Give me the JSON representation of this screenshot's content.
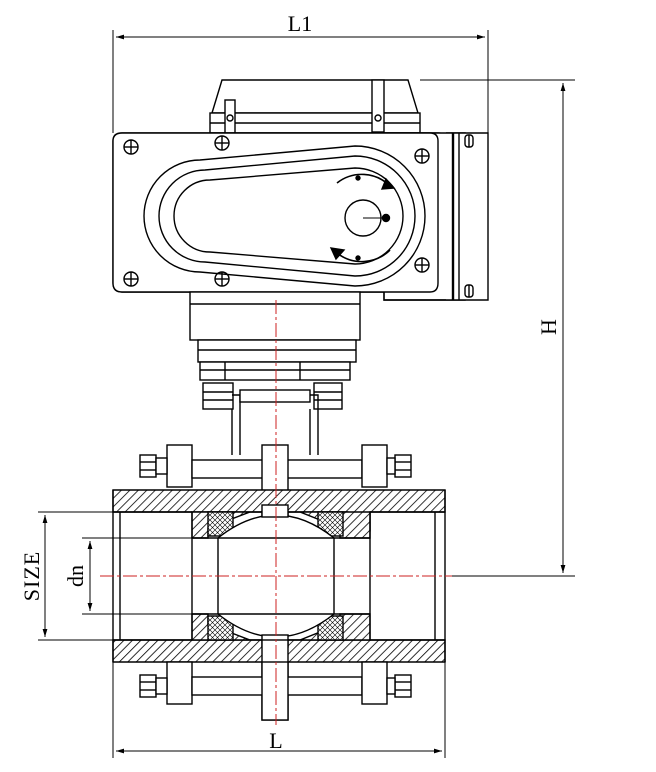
{
  "dimensions": {
    "overall_width_label": "L1",
    "overall_height_label": "H",
    "body_length_label": "L",
    "size_label": "SIZE",
    "bore_label": "dn"
  },
  "colors": {
    "line": "#000000",
    "centerline": "#cc2222",
    "background": "#ffffff"
  }
}
